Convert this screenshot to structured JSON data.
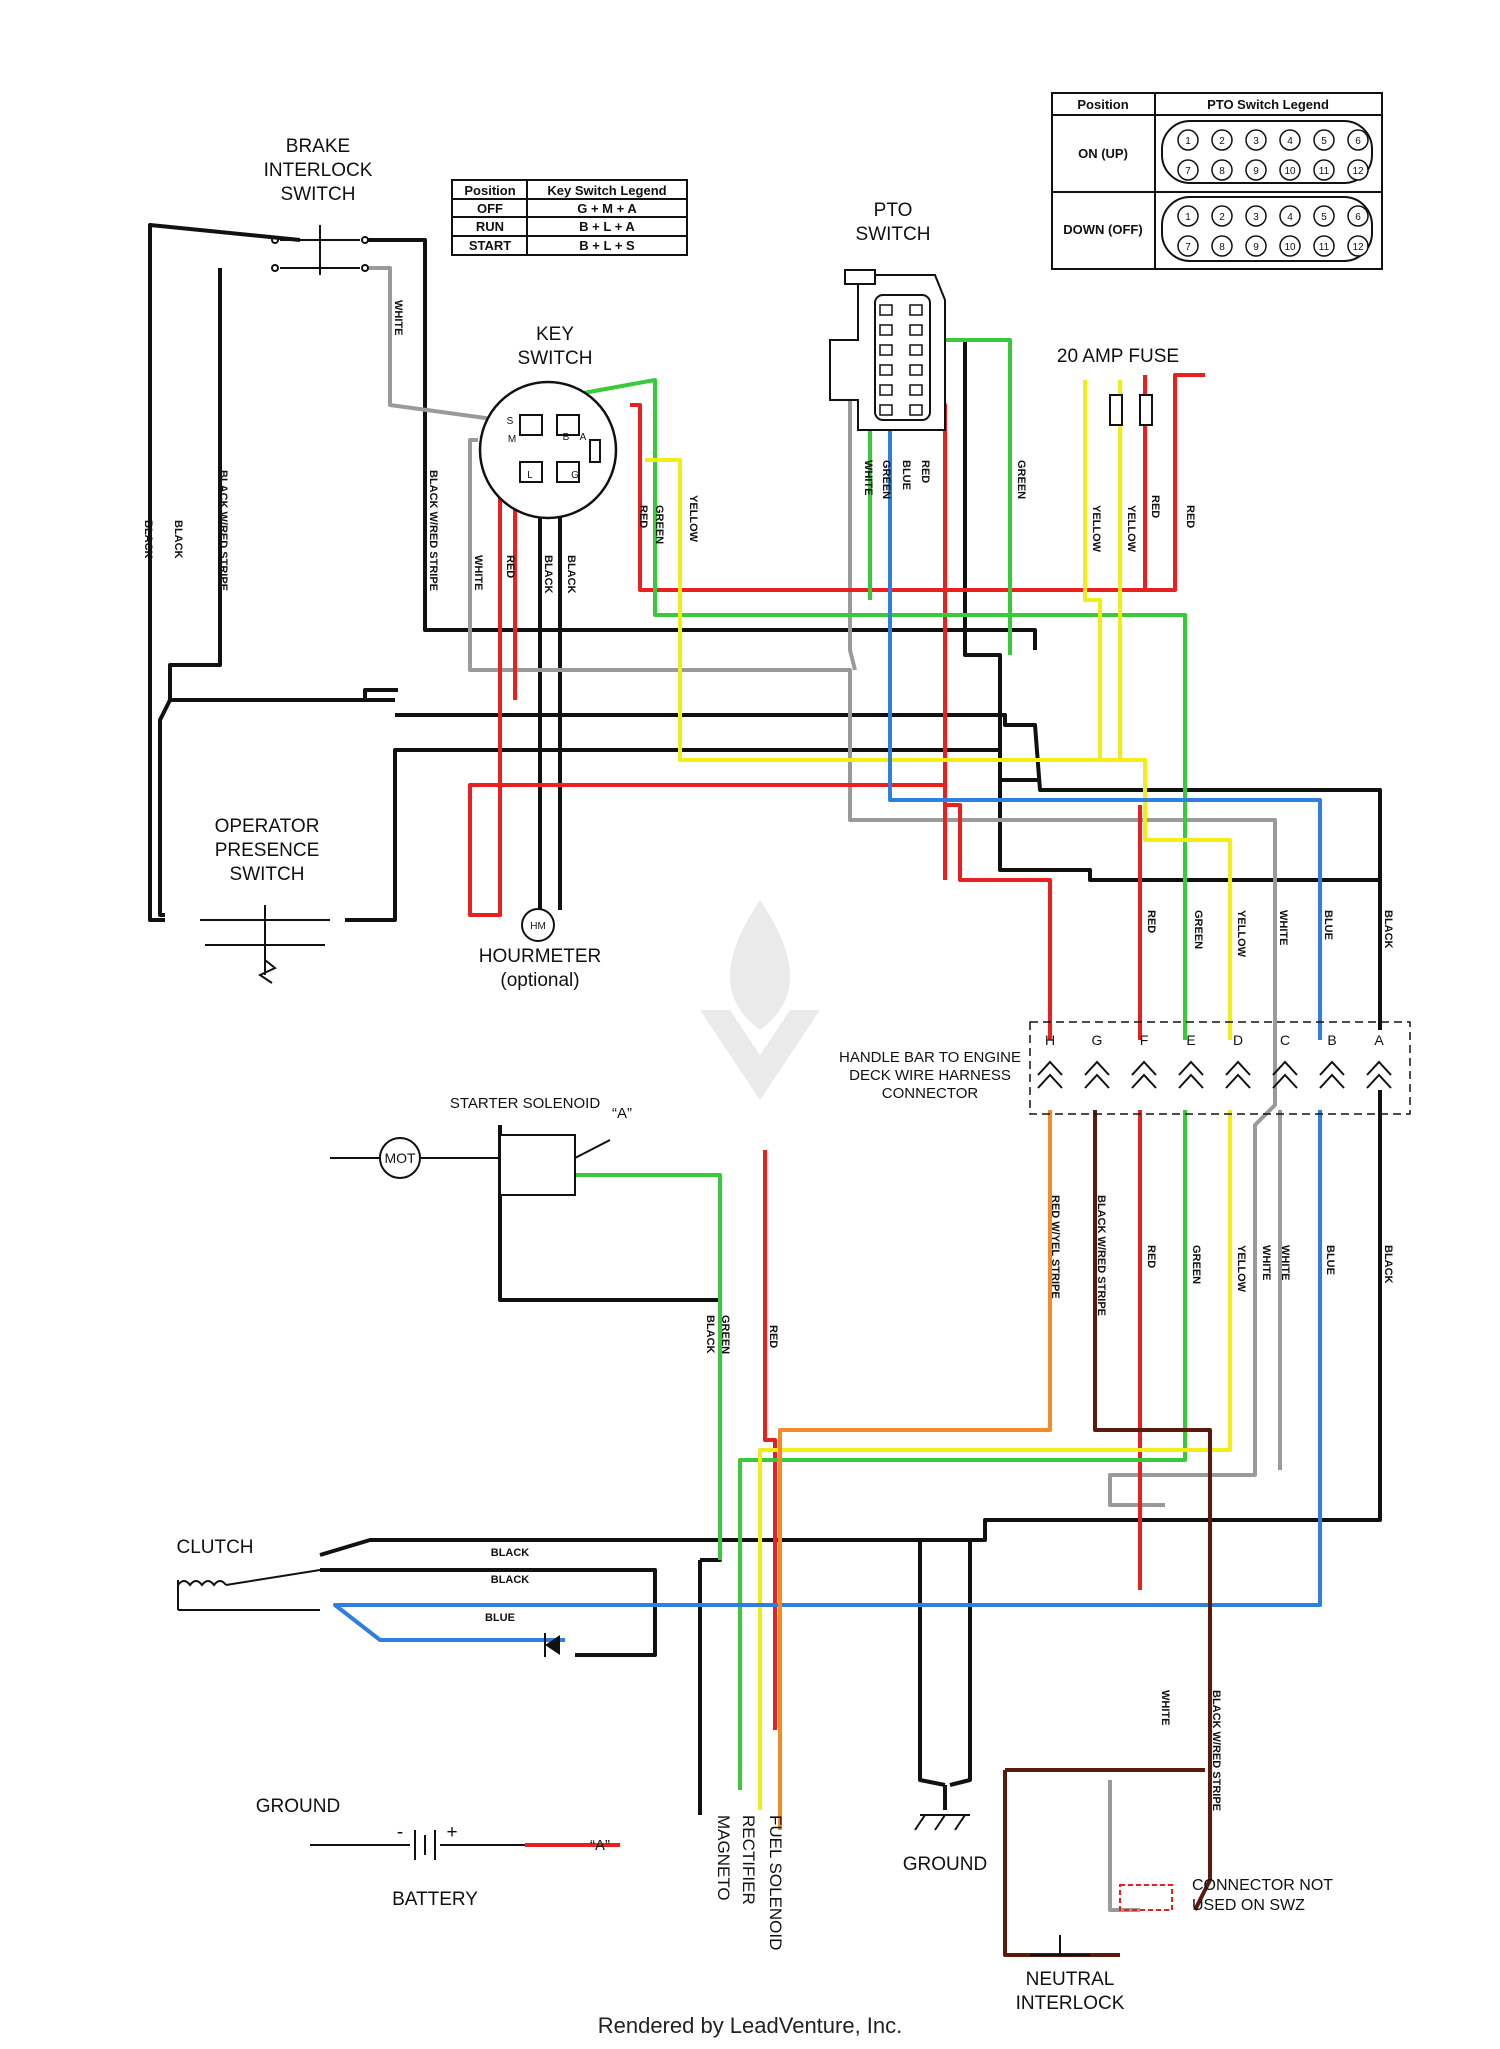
{
  "colors": {
    "black": "#111111",
    "red": "#e8201f",
    "green": "#39c939",
    "yellow": "#f2ec17",
    "blue": "#2f7fe0",
    "white_wire": "#9a9a9a",
    "orange": "#f28c28",
    "brown": "#5a1a0e"
  },
  "labels": {
    "brake_interlock": [
      "BRAKE",
      "INTERLOCK",
      "SWITCH"
    ],
    "key_switch": [
      "KEY",
      "SWITCH"
    ],
    "pto_switch": [
      "PTO",
      "SWITCH"
    ],
    "fuse": "20 AMP FUSE",
    "operator_presence": [
      "OPERATOR",
      "PRESENCE",
      "SWITCH"
    ],
    "hourmeter": "HOURMETER",
    "hourmeter_note": "(optional)",
    "hm": "HM",
    "harness": [
      "HANDLE BAR TO ENGINE",
      "DECK WIRE HARNESS",
      "CONNECTOR"
    ],
    "starter_solenoid": "STARTER SOLENOID",
    "mot": "MOT",
    "a_ref": "“A”",
    "clutch": "CLUTCH",
    "ground_left": "GROUND",
    "ground_right": "GROUND",
    "battery": "BATTERY",
    "battery_minus": "-",
    "battery_plus": "+",
    "magneto": "MAGNETO",
    "rectifier": "RECTIFIER",
    "fuel_solenoid": "FUEL SOLENOID",
    "connector_not_used": [
      "CONNECTOR NOT",
      "USED ON SWZ"
    ],
    "neutral_interlock": [
      "NEUTRAL",
      "INTERLOCK"
    ]
  },
  "key_legend": {
    "headers": [
      "Position",
      "Key Switch Legend"
    ],
    "rows": [
      [
        "OFF",
        "G + M + A"
      ],
      [
        "RUN",
        "B + L + A"
      ],
      [
        "START",
        "B + L + S"
      ]
    ]
  },
  "pto_legend": {
    "headers": [
      "Position",
      "PTO Switch Legend"
    ],
    "rows": [
      "ON (UP)",
      "DOWN (OFF)"
    ],
    "pins": [
      "1",
      "2",
      "3",
      "4",
      "5",
      "6",
      "7",
      "8",
      "9",
      "10",
      "11",
      "12"
    ]
  },
  "key_terminals": [
    "S",
    "M",
    "B",
    "A",
    "L",
    "G"
  ],
  "connector_pins": [
    "H",
    "G",
    "F",
    "E",
    "D",
    "C",
    "B",
    "A"
  ],
  "wire_labels": {
    "black": "BLACK",
    "black_red": "BLACK W/RED STRIPE",
    "white": "WHITE",
    "red": "RED",
    "green": "GREEN",
    "yellow": "YELLOW",
    "blue": "BLUE",
    "red_yel": "RED W/YEL STRIPE"
  },
  "footer": "Rendered by LeadVenture, Inc."
}
